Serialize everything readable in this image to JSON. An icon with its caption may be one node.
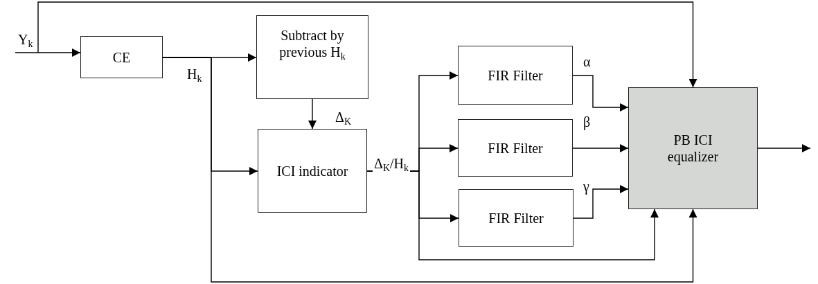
{
  "diagram": {
    "nodes": [
      {
        "text": [
          "CE"
        ]
      },
      {
        "text": [
          "Subtract by previous H$_{k}$"
        ]
      },
      {
        "text": [
          "ICI indicator"
        ]
      },
      {
        "text": [
          "FIR Filter"
        ]
      },
      {
        "text": [
          "FIR Filter"
        ]
      },
      {
        "text": [
          "FIR Filter"
        ]
      },
      {
        "text": [
          "PB ICI equalizer"
        ]
      }
    ],
    "edges": [
      {
        "from": null,
        "to": 0,
        "arrow": "to",
        "label": "Y$_{k}$"
      },
      {
        "from": null,
        "to": 6,
        "arrow": "to"
      },
      {
        "from": 0,
        "to": 1,
        "arrow": "to",
        "label": "H$_{k}$"
      },
      {
        "from": 0,
        "to": 2,
        "arrow": "to"
      },
      {
        "from": 0,
        "to": 6,
        "arrow": "to"
      },
      {
        "from": 1,
        "to": 2,
        "arrow": "to",
        "label": "Δ$_{K}$"
      },
      {
        "from": 2,
        "to": 3,
        "arrow": "to",
        "label": "Δ$_{K}$/H$_{k}$"
      },
      {
        "from": 2,
        "to": 4,
        "arrow": "to"
      },
      {
        "from": 2,
        "to": 5,
        "arrow": "to"
      },
      {
        "from": 2,
        "to": 6,
        "arrow": "to"
      },
      {
        "from": 3,
        "to": 6,
        "arrow": "to",
        "label": "α"
      },
      {
        "from": 4,
        "to": 6,
        "arrow": "to",
        "label": "β"
      },
      {
        "from": 5,
        "to": 6,
        "arrow": "to",
        "label": "γ"
      },
      {
        "from": 6,
        "to": null,
        "arrow": "to"
      }
    ]
  }
}
